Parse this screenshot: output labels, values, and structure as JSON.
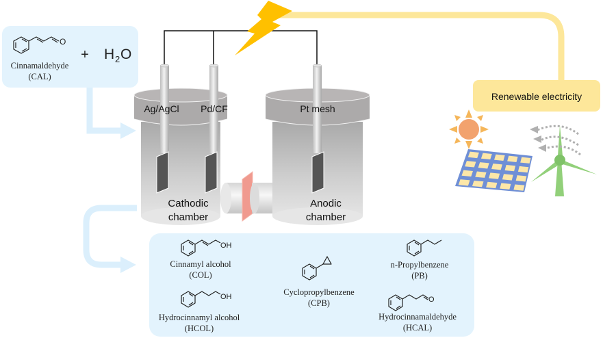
{
  "reactants": {
    "cal_name": "Cinnamaldehyde",
    "cal_abbr": "(CAL)",
    "plus": "+",
    "water_h": "H",
    "water_sub": "2",
    "water_o": "O",
    "cal_oxygen": "O"
  },
  "cell": {
    "electrode_1": "Ag/AgCl",
    "electrode_2": "Pd/CF",
    "electrode_3": "Pt mesh",
    "cathode_line1": "Cathodic",
    "cathode_line2": "chamber",
    "anode_line1": "Anodic",
    "anode_line2": "chamber"
  },
  "power": {
    "label": "Renewable electricity"
  },
  "products": [
    {
      "name": "Cinnamyl alcohol",
      "abbr": "(COL)",
      "group": "OH"
    },
    {
      "name": "Hydrocinnamyl alcohol",
      "abbr": "(HCOL)",
      "group": "OH"
    },
    {
      "name": "Cyclopropylbenzene",
      "abbr": "(CPB)"
    },
    {
      "name": "n-Propylbenzene",
      "abbr": "(PB)"
    },
    {
      "name": "Hydrocinnamaldehyde",
      "abbr": "(HCAL)",
      "group": "O"
    }
  ],
  "colors": {
    "panel_blue": "#e3f3fd",
    "arrow_blue": "#dbeffc",
    "power_yellow": "#fde79a",
    "bolt": "#ffc000",
    "sun": "#f2a26e",
    "sun_rays": "#f5b65a",
    "solar_frame": "#6f8fd6",
    "solar_cell": "#fde7a8",
    "turbine": "#92d07a",
    "membrane": "#f09a8f"
  }
}
